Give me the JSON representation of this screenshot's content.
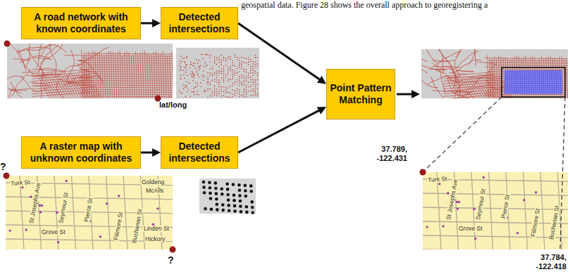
{
  "diagram": {
    "nodes": [
      {
        "text": [
          "A road network with known coordinates"
        ]
      },
      {
        "text": [
          "Detected intersections"
        ]
      },
      {
        "text": [
          "A raster map with unknown coordinates"
        ]
      },
      {
        "text": [
          "Detected intersections"
        ]
      },
      {
        "text": [
          "Point Pattern Matching"
        ]
      }
    ],
    "edges": [
      {
        "from": 0,
        "to": 1,
        "arrow": "to"
      },
      {
        "from": 1,
        "to": 4,
        "arrow": "to"
      },
      {
        "from": 2,
        "to": 3,
        "arrow": "to"
      },
      {
        "from": 3,
        "to": 4,
        "arrow": "to"
      }
    ],
    "labels": [
      "geospatial data. Figure 28 shows the overall approach to georegistering a",
      "lat/long",
      "?",
      "?",
      "37.789, -122.431",
      "37.784, -122.418",
      "Turk St",
      "St Josephs Ave",
      "Seymour St",
      "Pierce St",
      "Grove St",
      "Fillmore St",
      "Buchanan St",
      "Goldeng",
      "McAlls",
      "Linden St",
      "Hickory",
      "Turk St",
      "St Josephs Ave",
      "Seymour St",
      "Pierce St",
      "Grove St",
      "Fillmore St",
      "Buchanan St"
    ]
  }
}
